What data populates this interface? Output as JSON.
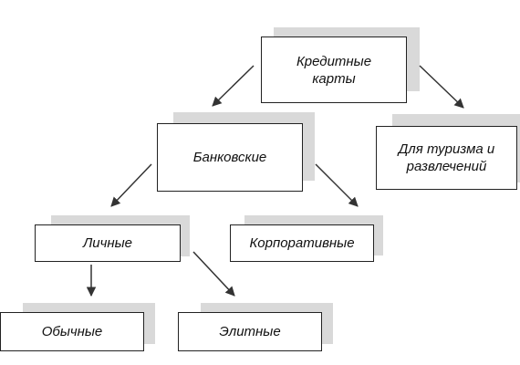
{
  "nodes": {
    "credit_cards": "Кредитные\nкарты",
    "bank": "Банковские",
    "tourism": "Для туризма и\nразвлечений",
    "personal": "Личные",
    "corporate": "Корпоративные",
    "ordinary": "Обычные",
    "elite": "Элитные"
  },
  "colors": {
    "shadow": "#d9d9d9",
    "border": "#222222",
    "arrow": "#333333"
  }
}
